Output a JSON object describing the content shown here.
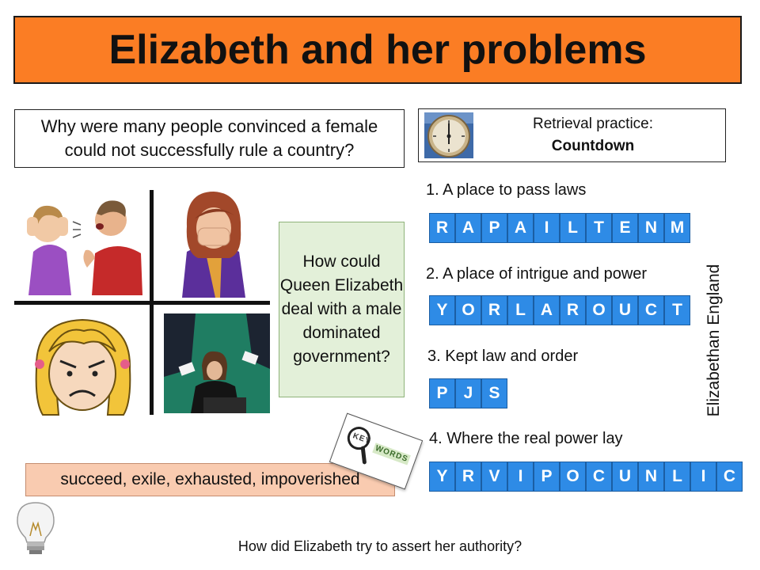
{
  "title": "Elizabeth and her problems",
  "question": "Why were many people convinced a female could not successfully rule a country?",
  "retrieval": {
    "line1": "Retrieval practice:",
    "line2": "Countdown"
  },
  "discussion": "How could Queen Elizabeth deal with a male dominated government?",
  "keywords": "succeed, exile, exhausted, impoverished",
  "keywords_badge": {
    "left": "KEY",
    "right": "WORDS"
  },
  "side_label": "Elizabethan England",
  "bottom_question": "How did Elizabeth try to assert her authority?",
  "puzzles": [
    {
      "clue": "1. A place to pass laws",
      "letters": [
        "R",
        "A",
        "P",
        "A",
        "I",
        "L",
        "T",
        "E",
        "N",
        "M"
      ]
    },
    {
      "clue": "2. A place of intrigue and power",
      "letters": [
        "Y",
        "O",
        "R",
        "L",
        "A",
        "R",
        "O",
        "U",
        "C",
        "T"
      ]
    },
    {
      "clue": "3. Kept law and order",
      "letters": [
        "P",
        "J",
        "S"
      ]
    },
    {
      "clue": "4. Where the real power lay",
      "letters": [
        "Y",
        "R",
        "V",
        "I",
        "P",
        "O",
        "C",
        "U",
        "N",
        "L",
        "I",
        "C"
      ]
    }
  ],
  "icons": [
    "clock-icon",
    "keywords-magnifier-icon",
    "lightbulb-icon"
  ],
  "colors": {
    "title_bg": "#fb7d24",
    "tile_bg": "#2e8be6",
    "discussion_bg": "#e3f0d9",
    "keywords_bg": "#f9cbb0"
  }
}
